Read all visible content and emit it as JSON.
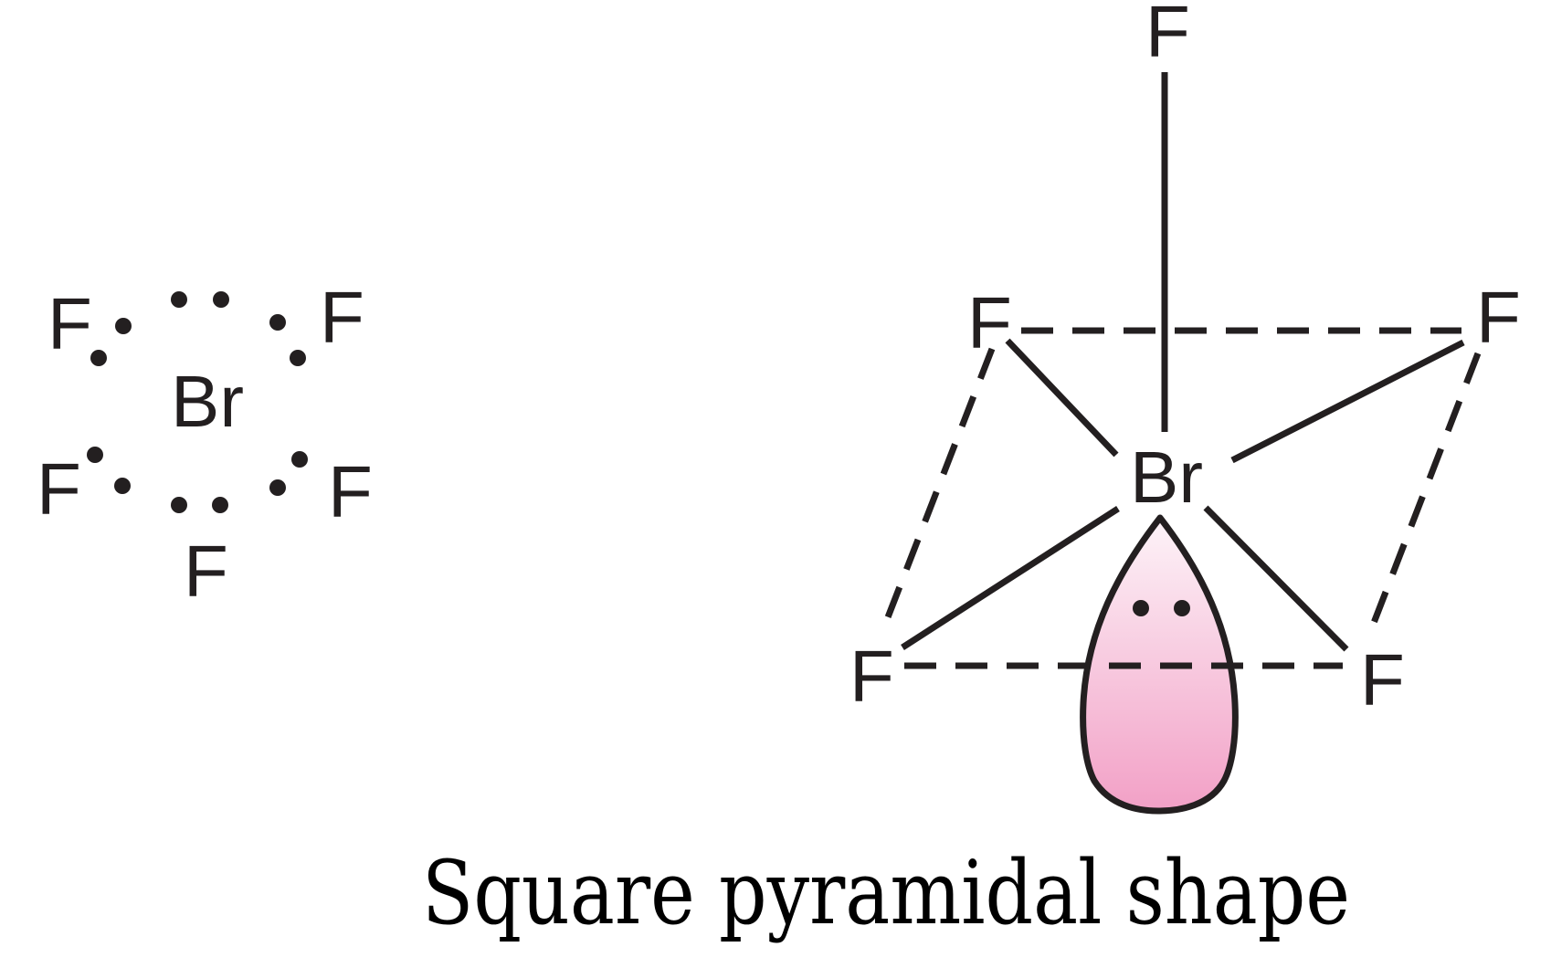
{
  "lewis_structure": {
    "central_atom": "Br",
    "ligands": [
      {
        "position": "upper-left",
        "label": "F"
      },
      {
        "position": "upper-right",
        "label": "F"
      },
      {
        "position": "lower-left",
        "label": "F"
      },
      {
        "position": "lower-right",
        "label": "F"
      },
      {
        "position": "bottom",
        "label": "F"
      }
    ],
    "electron_dots": 12
  },
  "vsepr_diagram": {
    "central_atom": "Br",
    "axial_atom": "F",
    "equatorial_atoms": [
      "F",
      "F",
      "F",
      "F"
    ],
    "lone_pair": {
      "dots": 2,
      "fill_top": "#fdf3f8",
      "fill_bottom": "#f2a0c6"
    },
    "bond_color": "#231f20"
  },
  "caption": "Square pyramidal shape"
}
